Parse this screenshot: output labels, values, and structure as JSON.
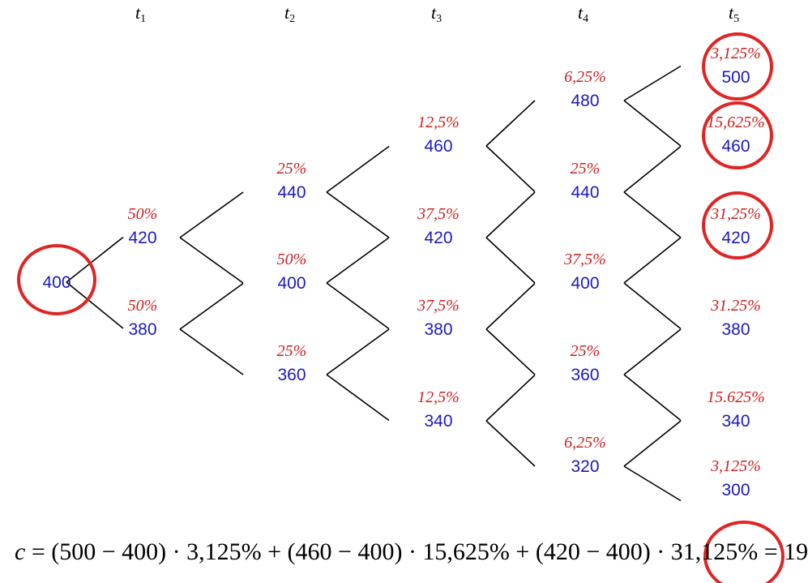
{
  "colors": {
    "percent": "#cc1f1f",
    "value": "#1a1abf",
    "circle": "#e02424",
    "line": "#000000"
  },
  "time_labels": [
    {
      "base": "t",
      "sub": "1"
    },
    {
      "base": "t",
      "sub": "2"
    },
    {
      "base": "t",
      "sub": "3"
    },
    {
      "base": "t",
      "sub": "4"
    },
    {
      "base": "t",
      "sub": "5"
    }
  ],
  "nodes": [
    {
      "id": "n0-0",
      "pct": "",
      "value": "400"
    },
    {
      "id": "n1-0",
      "pct": "50%",
      "value": "420"
    },
    {
      "id": "n1-1",
      "pct": "50%",
      "value": "380"
    },
    {
      "id": "n2-0",
      "pct": "25%",
      "value": "440"
    },
    {
      "id": "n2-1",
      "pct": "50%",
      "value": "400"
    },
    {
      "id": "n2-2",
      "pct": "25%",
      "value": "360"
    },
    {
      "id": "n3-0",
      "pct": "12,5%",
      "value": "460"
    },
    {
      "id": "n3-1",
      "pct": "37,5%",
      "value": "420"
    },
    {
      "id": "n3-2",
      "pct": "37,5%",
      "value": "380"
    },
    {
      "id": "n3-3",
      "pct": "12,5%",
      "value": "340"
    },
    {
      "id": "n4-0",
      "pct": "6,25%",
      "value": "480"
    },
    {
      "id": "n4-1",
      "pct": "25%",
      "value": "440"
    },
    {
      "id": "n4-2",
      "pct": "37,5%",
      "value": "400"
    },
    {
      "id": "n4-3",
      "pct": "25%",
      "value": "360"
    },
    {
      "id": "n4-4",
      "pct": "6,25%",
      "value": "320"
    },
    {
      "id": "n5-0",
      "pct": "3,125%",
      "value": "500"
    },
    {
      "id": "n5-1",
      "pct": "15,625%",
      "value": "460"
    },
    {
      "id": "n5-2",
      "pct": "31,25%",
      "value": "420"
    },
    {
      "id": "n5-3",
      "pct": "31.25%",
      "value": "380"
    },
    {
      "id": "n5-4",
      "pct": "15.625%",
      "value": "340"
    },
    {
      "id": "n5-5",
      "pct": "3,125%",
      "value": "300"
    }
  ],
  "formula": {
    "variable": "c",
    "text": " = (500 − 400) · 3,125% + (460 − 400) · 15,625% + (420 − 400) · 31,125% = 19"
  }
}
